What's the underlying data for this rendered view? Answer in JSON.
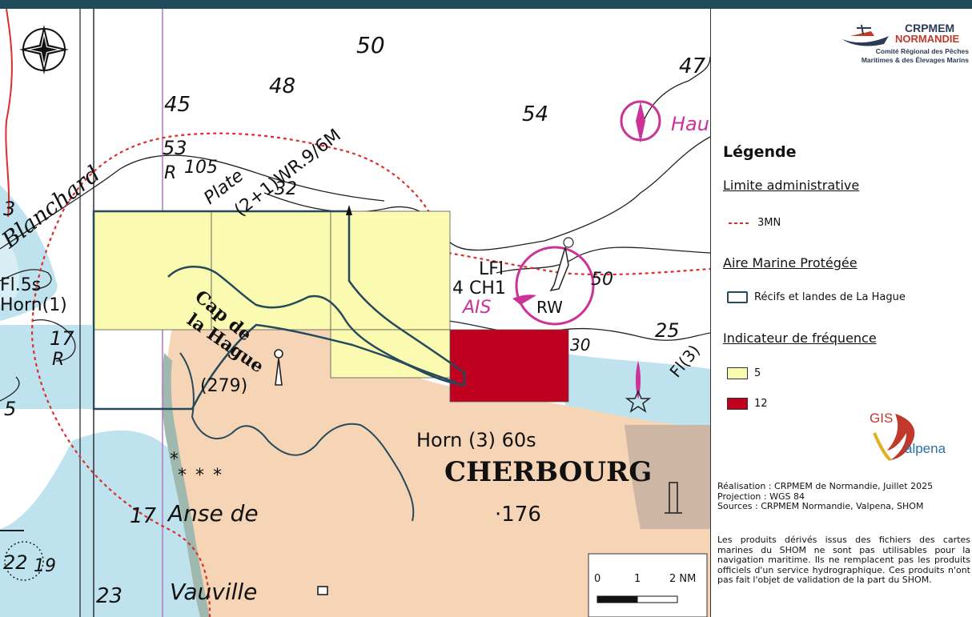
{
  "map": {
    "labels": {
      "depth_50": "50",
      "depth_48": "48",
      "depth_45": "45",
      "depth_54": "54",
      "depth_47": "47",
      "depth_53": "53",
      "depth_105": "105",
      "depth_32": "32",
      "depth_17a": "17",
      "depth_17b": "17",
      "depth_3": "3",
      "depth_5": "5",
      "depth_23": "23",
      "depth_22": "22",
      "depth_19": "19",
      "depth_30": "30",
      "depth_25": "25",
      "depth_50b": "50",
      "blanchard": "Blanchard",
      "fl5s": "Fl.5s",
      "horn1": "Horn(1)",
      "r_a": "R",
      "r_b": "R",
      "plate": "Plate",
      "light_char": "(2+1)WR.9/6M",
      "lfl": "LFl",
      "ch1": "4 CH1",
      "ais": "AIS",
      "rw": "RW",
      "hau": "Hau",
      "fl3": "Fl(3)",
      "cap1": "Cap de",
      "cap2": "la Hague",
      "cap_height": "(279)",
      "horn3": "Horn (3) 60s",
      "cherbourg": "CHERBOURG",
      "depth_176": "·176",
      "anse1": "Anse de",
      "anse2": "Vauville"
    },
    "scalebar": {
      "t0": "0",
      "t1": "1",
      "t2": "2 NM"
    },
    "cell_values": [
      5,
      5,
      5,
      12
    ]
  },
  "sidebar": {
    "logo": {
      "line1": "CRPMEM",
      "line2": "NORMANDIE",
      "line3": "Comité Régional des Pêches",
      "line4": "Maritimes & des Élevages Marins"
    },
    "legend": {
      "title": "Légende",
      "sections": [
        {
          "heading": "Limite administrative",
          "items": [
            {
              "label": "3MN"
            }
          ]
        },
        {
          "heading": "Aire Marine Protégée",
          "items": [
            {
              "label": "Récifs et landes de La Hague"
            }
          ]
        },
        {
          "heading": "Indicateur de fréquence",
          "items": [
            {
              "label": "5",
              "color": "#fafab0"
            },
            {
              "label": "12",
              "color": "#c0001f"
            }
          ]
        }
      ]
    },
    "gis_logo": {
      "part1": "GIS",
      "part2": "alpena"
    },
    "credits": [
      "Réalisation : CRPMEM de Normandie, Juillet 2025",
      "Projection : WGS 84",
      "Sources : CRPMEM Normandie, Valpena, SHOM"
    ],
    "disclaimer": "Les produits dérivés issus des fichiers des cartes marines du SHOM ne sont pas utilisables pour la navigation maritime. Ils ne remplacent pas les produits officiels d'un service hydrographique. Ces produits n'ont pas fait l'objet de validation de la part du SHOM."
  },
  "colors": {
    "land": "#f5d5b5",
    "shallow": "#bfe3ee",
    "deep": "#ffffff",
    "aire_outline": "#26495c",
    "admin_limit": "#d9302c",
    "freq_low": "#fafab0",
    "freq_high": "#c0001f",
    "magenta": "#cc3399",
    "title_bar": "#1f4a5a"
  }
}
